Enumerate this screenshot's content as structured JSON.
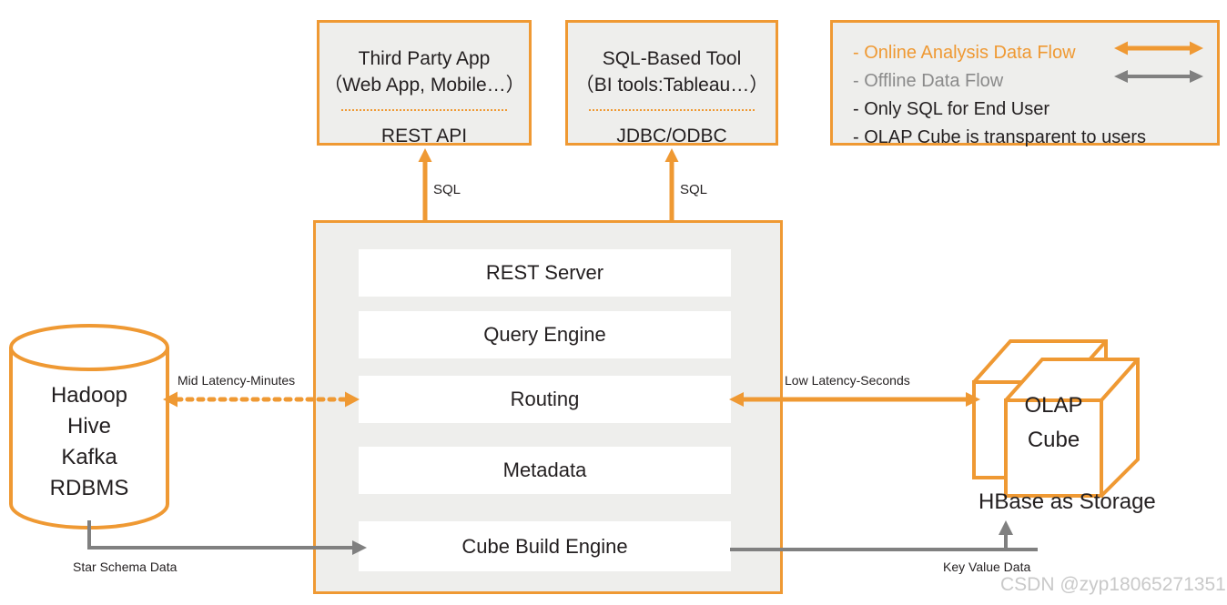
{
  "colors": {
    "accent_orange": "#ef9933",
    "gray_arrow": "#808080",
    "panel_fill": "#eeeeec",
    "box_fill": "#ffffff",
    "text": "#231f20",
    "muted_text": "#8a8a8a",
    "watermark": "#c9c9c9"
  },
  "clients": [
    {
      "title_line1": "Third Party App",
      "title_line2": "（Web App, Mobile…）",
      "interface": "REST API",
      "connector_label": "SQL"
    },
    {
      "title_line1": "SQL-Based Tool",
      "title_line2": "（BI tools:Tableau…）",
      "interface": "JDBC/ODBC",
      "connector_label": "SQL"
    }
  ],
  "legend": {
    "items": [
      {
        "text": "- Online Analysis Data Flow",
        "style": "accent",
        "arrow": "orange"
      },
      {
        "text": "- Offline Data Flow",
        "style": "muted",
        "arrow": "gray"
      },
      {
        "text": "- Only SQL for End User",
        "style": "plain",
        "arrow": "none"
      },
      {
        "text": "- OLAP Cube is transparent to users",
        "style": "plain",
        "arrow": "none"
      }
    ]
  },
  "engine": {
    "components": [
      {
        "label": "REST Server"
      },
      {
        "label": "Query Engine"
      },
      {
        "label": "Routing"
      },
      {
        "label": "Metadata"
      },
      {
        "label": "Cube Build Engine"
      }
    ]
  },
  "source": {
    "lines": [
      "Hadoop",
      "Hive",
      "Kafka",
      "RDBMS"
    ],
    "online_flow_label": "Mid Latency-Minutes",
    "offline_flow_label": "Star Schema Data"
  },
  "storage": {
    "cube_line1": "OLAP",
    "cube_line2": "Cube",
    "caption": "HBase  as Storage",
    "online_flow_label": "Low Latency-Seconds",
    "offline_flow_label": "Key Value Data"
  },
  "watermark": "CSDN @zyp18065271351"
}
